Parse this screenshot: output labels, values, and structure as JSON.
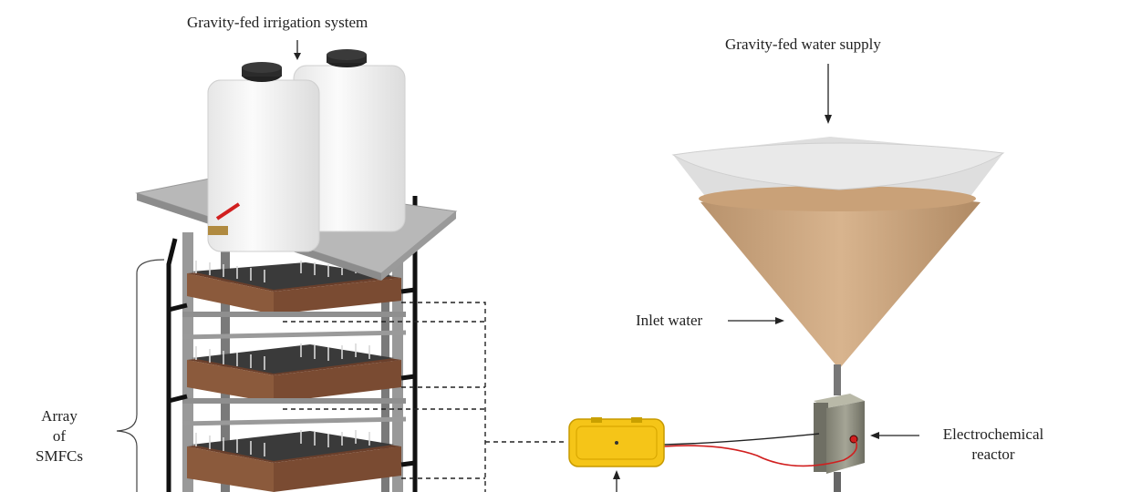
{
  "labels": {
    "irrigation": "Gravity-fed irrigation system",
    "water_supply": "Gravity-fed water supply",
    "inlet_water": "Inlet water",
    "array_line1": "Array",
    "array_line2": "of",
    "array_line3": "SMFCs",
    "reactor_line1": "Electrochemical",
    "reactor_line2": "reactor"
  },
  "colors": {
    "wire_red": "#d11f1f",
    "logger_yellow": "#f5c518",
    "soil_brown": "#8b5a3c",
    "water_tan": "#c9a178",
    "frame_grey": "#8a8a8a",
    "tank_white": "#f4f4f4"
  }
}
